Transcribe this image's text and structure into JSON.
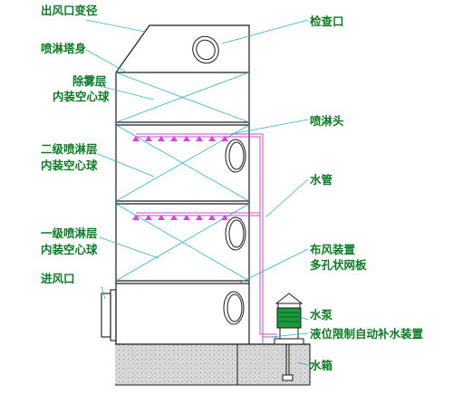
{
  "labels": {
    "outlet_reducer": "出风口变径",
    "inspection_port": "检查口",
    "spray_tower_body": "喷淋塔身",
    "demister_layer": "除雾层",
    "demister_filling": "内装空心球",
    "spray_head": "喷淋头",
    "second_spray_layer": "二级喷淋层",
    "second_spray_filling": "内装空心球",
    "water_pipe": "水管",
    "first_spray_layer": "一级喷淋层",
    "first_spray_filling": "内装空心球",
    "air_distributor": "布风装置",
    "perforated_plate": "多孔状网板",
    "air_inlet": "进风口",
    "water_pump": "水泵",
    "level_control": "液位限制自动补水装置",
    "water_tank": "水箱"
  },
  "colors": {
    "outline": "#1a1a1a",
    "label_text": "#0a7d24",
    "leader_line": "#2bb5c6",
    "pipe": "#c050c8",
    "spray_nozzle": "#e040e0",
    "pump_motor": "#1a9a3a",
    "water_fill": "#d9d9d9"
  }
}
